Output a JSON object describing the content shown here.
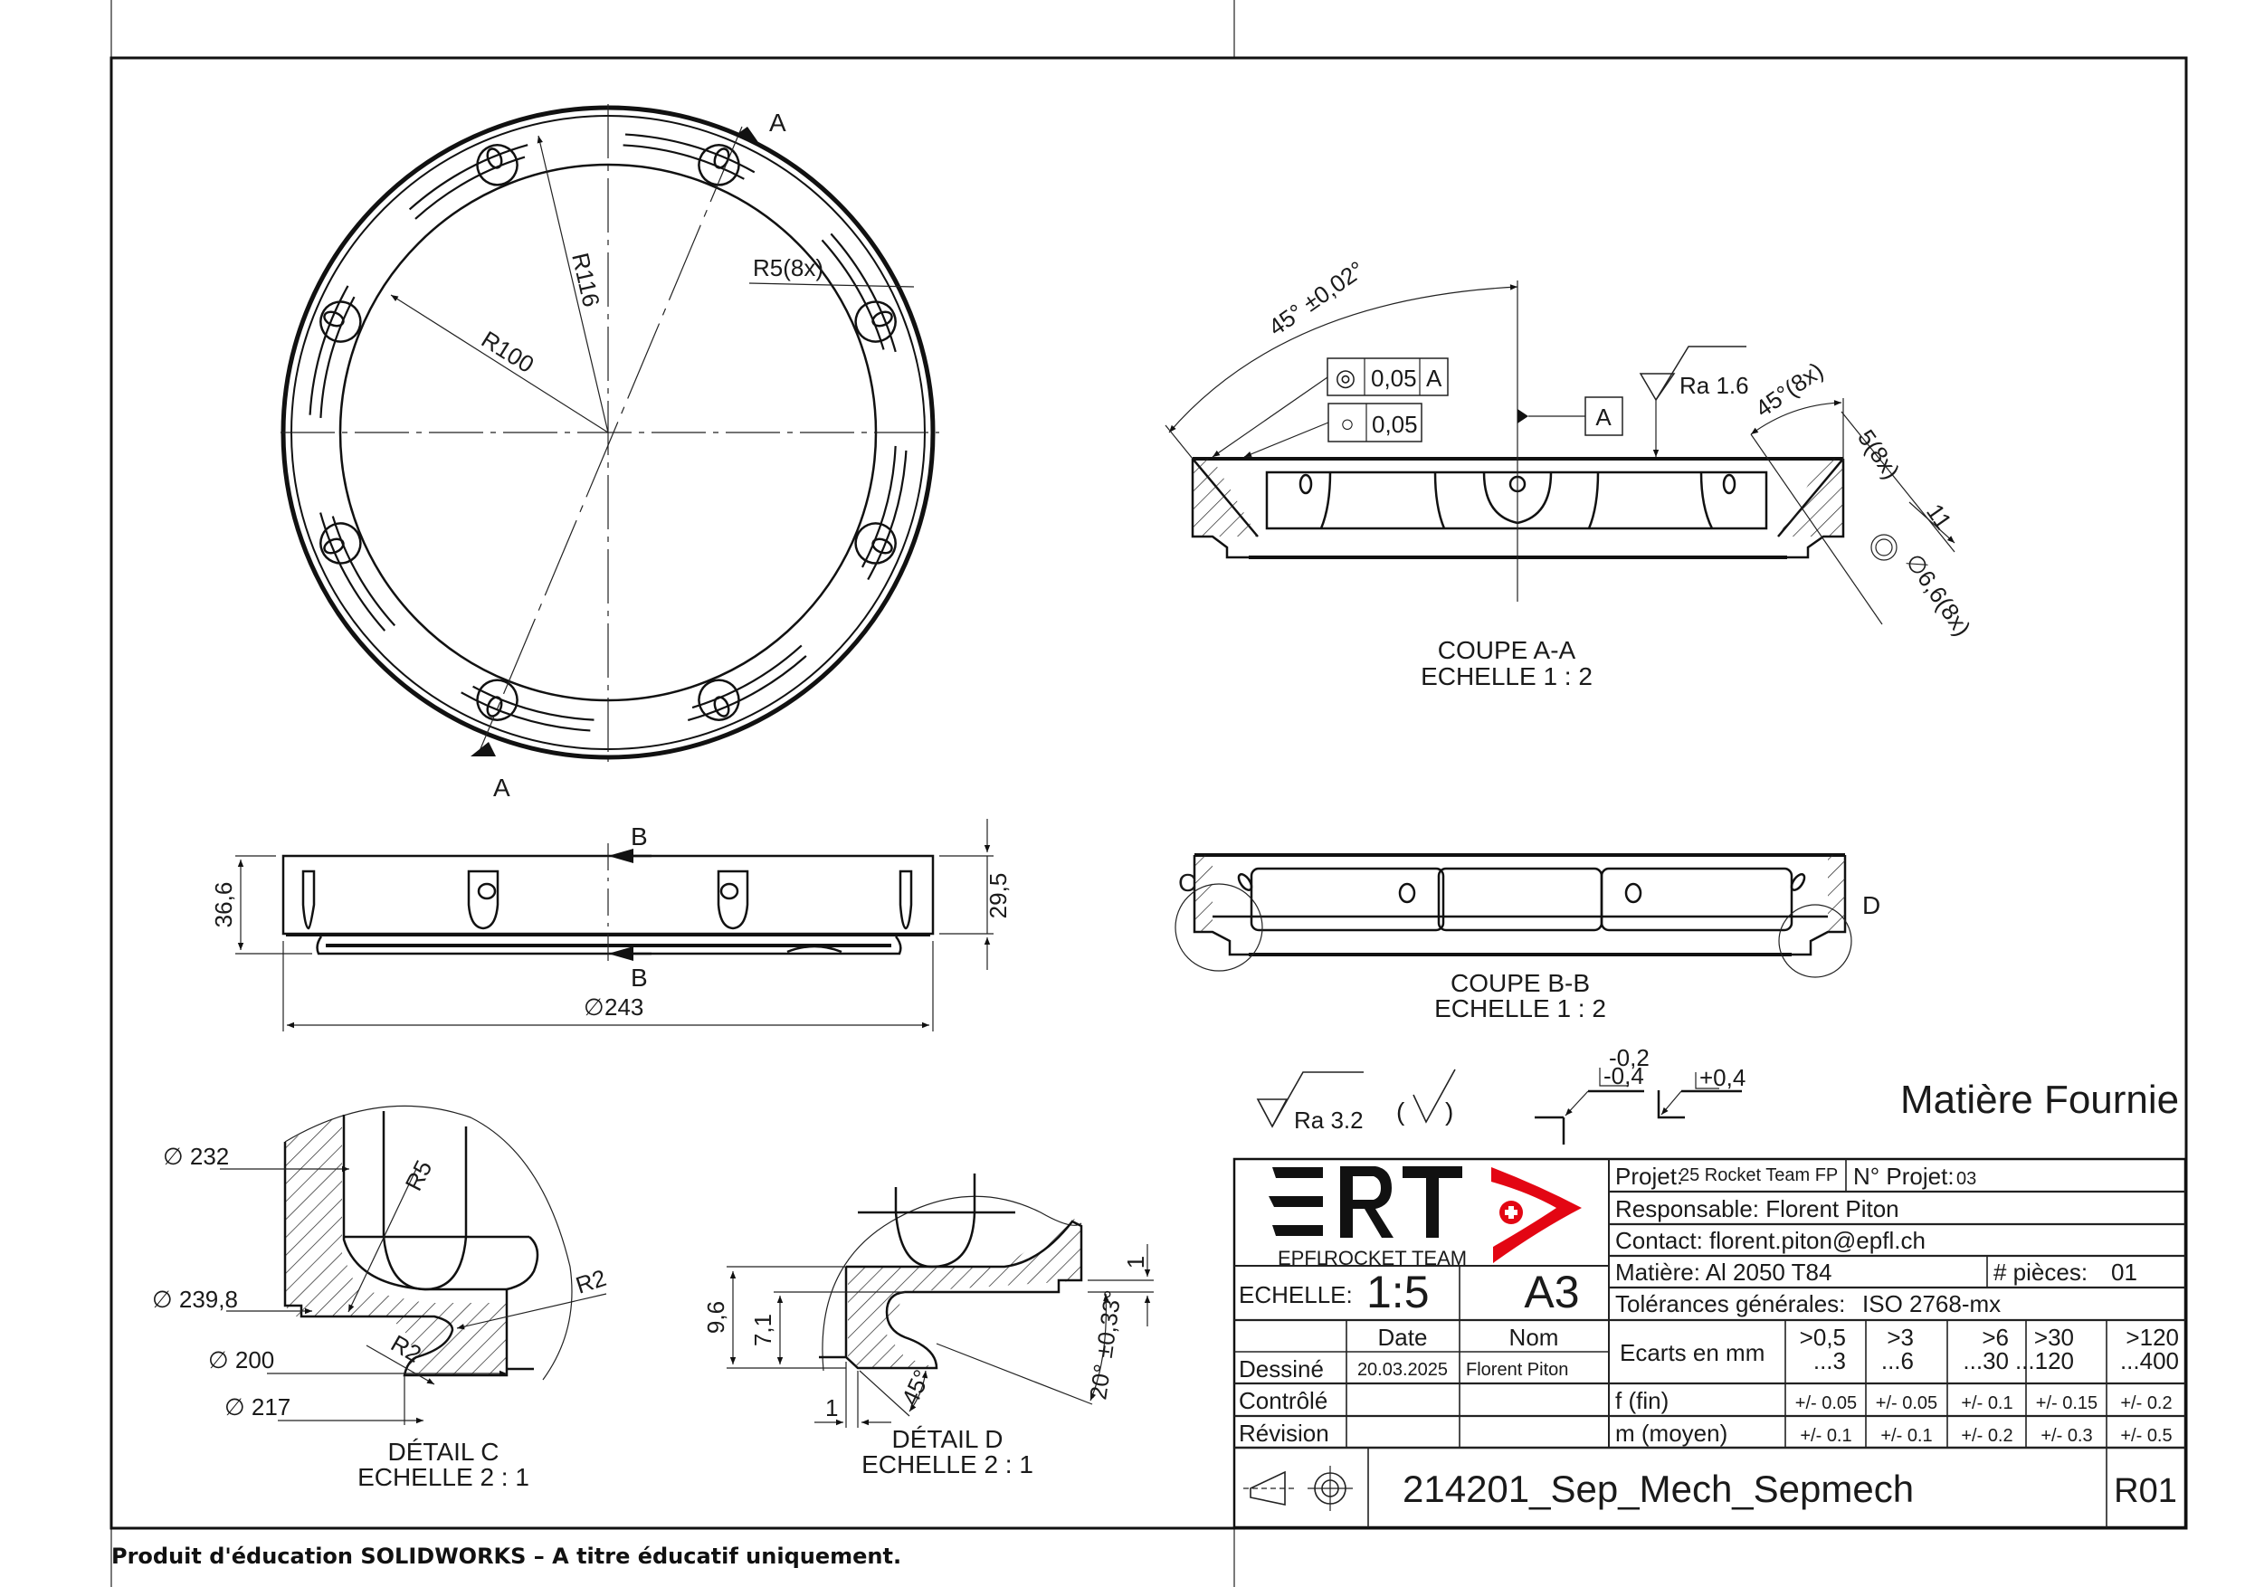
{
  "sheet": {
    "footer_notice": "Produit d'éducation SOLIDWORKS – A titre éducatif uniquement.",
    "material_supplied": "Matière Fournie"
  },
  "top_view": {
    "section_label_top": "A",
    "section_label_bottom": "A",
    "dim_r116": "R116",
    "dim_r100": "R100",
    "dim_r5": "R5(8x)"
  },
  "front_view": {
    "section_label_top": "B",
    "section_label_bottom": "B",
    "dim_height_total": "36,6",
    "dim_height_body": "29,5",
    "dim_diameter_symbol": "∅",
    "dim_diameter": "243"
  },
  "section_aa": {
    "title": "COUPE A-A",
    "scale": "ECHELLE 1 : 2",
    "angle_dim": "45° ±0,02°",
    "gdt_concentricity": {
      "symbol": "◎",
      "tolerance": "0,05",
      "datum": "A"
    },
    "gdt_circularity": {
      "symbol": "○",
      "tolerance": "0,05"
    },
    "datum_label": "A",
    "roughness": "Ra 1.6",
    "hole_angle": "45°(8x)",
    "dim_5": "5(8x)",
    "dim_11": "11",
    "dim_hole": "∅6,6(8x)"
  },
  "section_bb": {
    "title": "COUPE B-B",
    "scale": "ECHELLE 1 : 2",
    "detail_c_label": "C",
    "detail_d_label": "D"
  },
  "detail_c": {
    "title": "DÉTAIL C",
    "scale": "ECHELLE 2 : 1",
    "dims": {
      "d232": "∅ 232",
      "d239": "∅ 239,8",
      "d200": "∅ 200",
      "d217": "∅ 217",
      "r5": "R5",
      "r2a": "R2",
      "r2b": "R2"
    }
  },
  "detail_d": {
    "title": "DÉTAIL D",
    "scale": "ECHELLE 2 : 1",
    "dims": {
      "h96": "9,6",
      "h71": "7,1",
      "w1": "1",
      "v1": "1",
      "a45": "45°",
      "a20": "20° ±0,33°"
    }
  },
  "symbols": {
    "general_roughness": "Ra 3.2",
    "paren_open": "(",
    "paren_close": ")",
    "edge_1_upper": "-0,2",
    "edge_1_lower": "-0,4",
    "edge_2": "+0,4"
  },
  "title_block": {
    "logo": {
      "letters": "ERT",
      "subtitle_red": "EPFL",
      "subtitle_black": " ROCKET TEAM",
      "red": "#e30613",
      "black": "#111111"
    },
    "scale_label": "ECHELLE:",
    "scale_value": "1:5",
    "format": "A3",
    "project_label": "Projet:",
    "project_value": "25 Rocket Team FP",
    "project_no_label": "N° Projet:",
    "project_no_value": "03",
    "responsible": "Responsable: Florent Piton",
    "contact": "Contact: florent.piton@epfl.ch",
    "material": "Matière: Al 2050 T84",
    "pieces_label": "# pièces:",
    "pieces_value": "01",
    "tolerances_label": "Tolérances générales:",
    "tolerances_value": "ISO 2768-mx",
    "history": {
      "headers": [
        "",
        "Date",
        "Nom"
      ],
      "rows": [
        {
          "label": "Dessiné",
          "date": "20.03.2025",
          "name": "Florent Piton"
        },
        {
          "label": "Contrôlé",
          "date": "",
          "name": ""
        },
        {
          "label": "Révision",
          "date": "",
          "name": ""
        }
      ]
    },
    "tolerance_table": {
      "header_label": "Ecarts en mm",
      "ranges": [
        {
          "top": ">0,5",
          "bottom": "...3"
        },
        {
          "top": ">3",
          "bottom": "...6"
        },
        {
          "top": ">6",
          "bottom": "...30"
        },
        {
          "top": ">30",
          "bottom": "...120"
        },
        {
          "top": ">120",
          "bottom": "...400"
        }
      ],
      "rows": [
        {
          "label": "f (fin)",
          "values": [
            "+/- 0.05",
            "+/- 0.05",
            "+/- 0.1",
            "+/- 0.15",
            "+/- 0.2"
          ]
        },
        {
          "label": "m (moyen)",
          "values": [
            "+/- 0.1",
            "+/- 0.1",
            "+/- 0.2",
            "+/- 0.3",
            "+/- 0.5"
          ]
        }
      ]
    },
    "projection_icon": "first-angle-projection-icon",
    "drawing_name": "214201_Sep_Mech_Sepmech",
    "revision": "R01"
  }
}
